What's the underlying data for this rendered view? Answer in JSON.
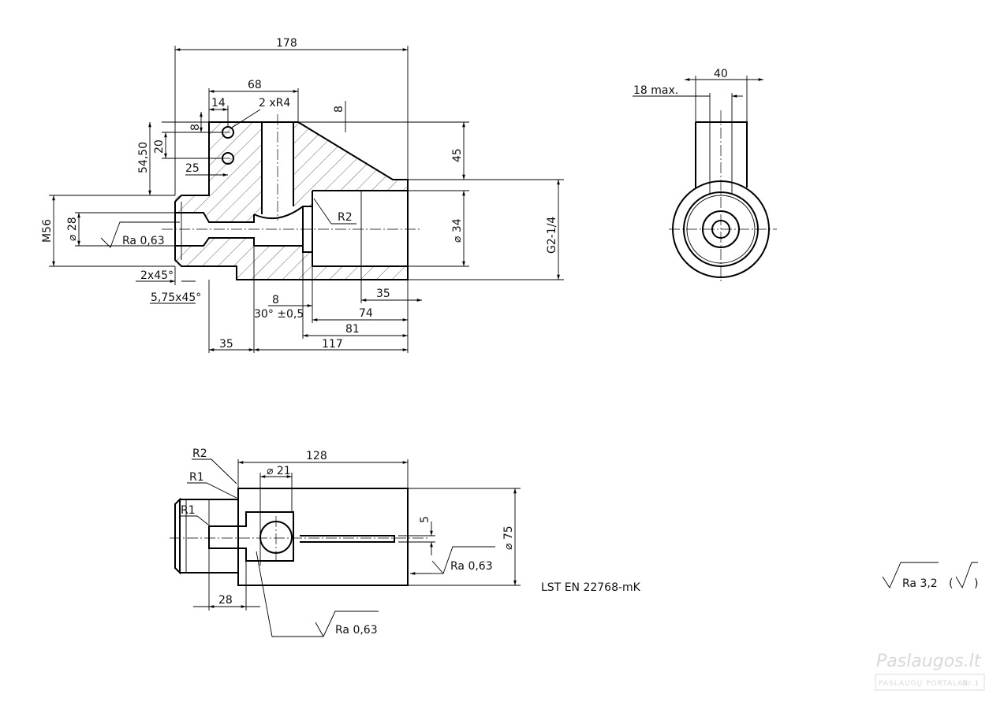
{
  "drawing": {
    "side_view": {
      "dims": {
        "d178": "178",
        "d68": "68",
        "d14": "14",
        "holes": "2 xR4",
        "d8_top": "8",
        "d8_left": "8",
        "d20": "20",
        "d54_50": "54,50",
        "d25": "25",
        "d45": "45",
        "m56": "M56",
        "dia28": "⌀ 28",
        "dia34": "⌀ 34",
        "g2": "G2-1/4",
        "r2": "R2",
        "chamfer1": "2x45°",
        "chamfer2": "5,75x45°",
        "d8_bottom": "8",
        "angle": "30° ±0,5",
        "d35_right": "35",
        "d74": "74",
        "d81": "81",
        "d35_bottom": "35",
        "d117": "117"
      },
      "roughness": "Ra 0,63"
    },
    "end_view": {
      "dims": {
        "d40": "40",
        "d18max": "18 max."
      }
    },
    "top_view": {
      "dims": {
        "r2": "R2",
        "r1_a": "R1",
        "r1_b": "R1",
        "d128": "128",
        "dia21": "⌀ 21",
        "d5": "5",
        "dia75": "⌀ 75",
        "d28": "28"
      },
      "roughness_right": "Ra 0,63",
      "roughness_bottom": "Ra 0,63"
    },
    "standard": "LST EN 22768-mK",
    "general_roughness": {
      "value": "Ra 3,2",
      "open": "(",
      "close": ")"
    }
  },
  "watermark": {
    "brand": "Paslaugos.lt",
    "tagline": "PASLAUGŲ PORTALAS",
    "rank": "Nr.1"
  }
}
